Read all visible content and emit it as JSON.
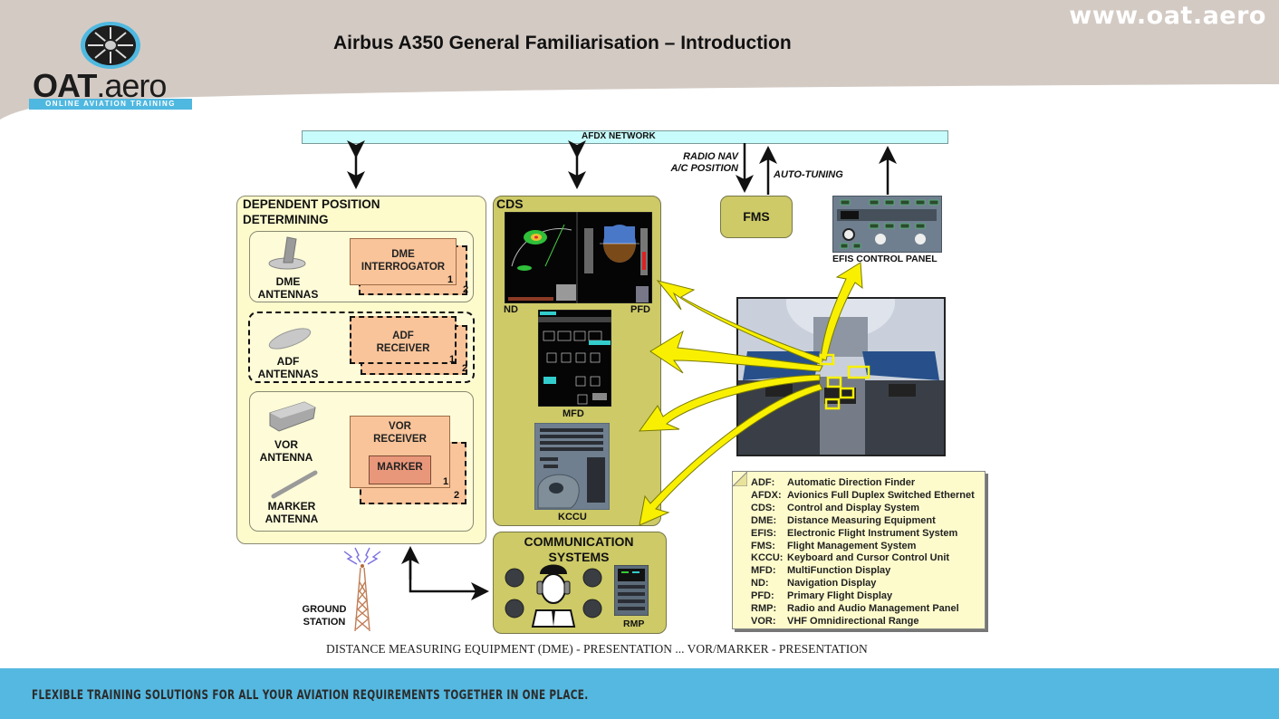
{
  "header": {
    "site_url": "www.oat.aero",
    "title": "Airbus A350 General Familiarisation – Introduction",
    "logo": {
      "main_bold": "OAT",
      "main_light": ".aero",
      "tagline": "ONLINE AVIATION TRAINING",
      "icon": "turbofan-engine-icon"
    },
    "colors": {
      "band": "#d3cac4",
      "accent": "#4fb8e0"
    }
  },
  "diagram": {
    "network": {
      "label": "AFDX NETWORK"
    },
    "dependent_position": {
      "title_line1": "DEPENDENT POSITION",
      "title_line2": "DETERMINING",
      "dme": {
        "antenna_line1": "DME",
        "antenna_line2": "ANTENNAS",
        "unit_line1": "DME",
        "unit_line2": "INTERROGATOR",
        "num1": "1",
        "num2": "2"
      },
      "adf": {
        "antenna_line1": "ADF",
        "antenna_line2": "ANTENNAS",
        "unit_line1": "ADF",
        "unit_line2": "RECEIVER",
        "num1": "1",
        "num2": "2"
      },
      "vor": {
        "antenna_line1": "VOR",
        "antenna_line2": "ANTENNA",
        "unit_line1": "VOR",
        "unit_line2": "RECEIVER",
        "marker": "MARKER",
        "marker_antenna_line1": "MARKER",
        "marker_antenna_line2": "ANTENNA",
        "num1": "1",
        "num2": "2"
      }
    },
    "cds": {
      "title": "CDS",
      "nd": "ND",
      "pfd": "PFD",
      "mfd": "MFD",
      "kccu": "KCCU"
    },
    "fms": {
      "label": "FMS",
      "in_line1": "RADIO NAV",
      "in_line2": "A/C POSITION",
      "out": "AUTO-TUNING"
    },
    "efis": {
      "label": "EFIS CONTROL PANEL"
    },
    "communication": {
      "title_line1": "COMMUNICATION",
      "title_line2": "SYSTEMS",
      "rmp": "RMP"
    },
    "ground_station": {
      "line1": "GROUND",
      "line2": "STATION"
    },
    "legend": [
      {
        "abbr": "ADF:",
        "text": "Automatic Direction Finder"
      },
      {
        "abbr": "AFDX:",
        "text": "Avionics Full Duplex Switched Ethernet"
      },
      {
        "abbr": "CDS:",
        "text": "Control and Display System"
      },
      {
        "abbr": "DME:",
        "text": "Distance Measuring Equipment"
      },
      {
        "abbr": "EFIS:",
        "text": "Electronic Flight Instrument System"
      },
      {
        "abbr": "FMS:",
        "text": "Flight Management System"
      },
      {
        "abbr": "KCCU:",
        "text": "Keyboard and Cursor Control Unit"
      },
      {
        "abbr": "MFD:",
        "text": "MultiFunction Display"
      },
      {
        "abbr": "ND:",
        "text": "Navigation Display"
      },
      {
        "abbr": "PFD:",
        "text": "Primary Flight Display"
      },
      {
        "abbr": "RMP:",
        "text": "Radio and Audio Management Panel"
      },
      {
        "abbr": "VOR:",
        "text": "VHF Omnidirectional Range"
      }
    ],
    "caption": "DISTANCE MEASURING EQUIPMENT (DME) - PRESENTATION ... VOR/MARKER - PRESENTATION"
  },
  "footer": {
    "tagline": "FLEXIBLE TRAINING SOLUTIONS FOR ALL YOUR AVIATION REQUIREMENTS TOGETHER IN ONE PLACE."
  }
}
